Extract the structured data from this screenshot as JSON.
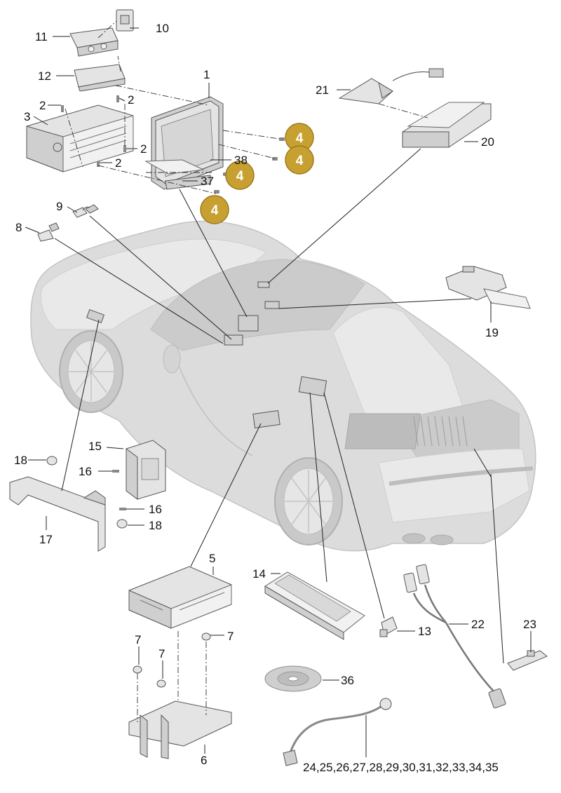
{
  "labels": {
    "p1": "1",
    "p2": "2",
    "p3": "3",
    "p5": "5",
    "p6": "6",
    "p7": "7",
    "p8": "8",
    "p9": "9",
    "p10": "10",
    "p11": "11",
    "p12": "12",
    "p13": "13",
    "p14": "14",
    "p15": "15",
    "p16": "16",
    "p17": "17",
    "p18": "18",
    "p19": "19",
    "p20": "20",
    "p21": "21",
    "p22": "22",
    "p23": "23",
    "p36": "36",
    "p37": "37",
    "p38": "38",
    "p24_35": "24,25,26,27,28,29,30,31,32,33,34,35"
  },
  "badges": {
    "text": "4",
    "count": 4
  },
  "colors": {
    "badge_fill": "#c8a032",
    "car_body": "#dcdcdc",
    "line": "#222222"
  }
}
